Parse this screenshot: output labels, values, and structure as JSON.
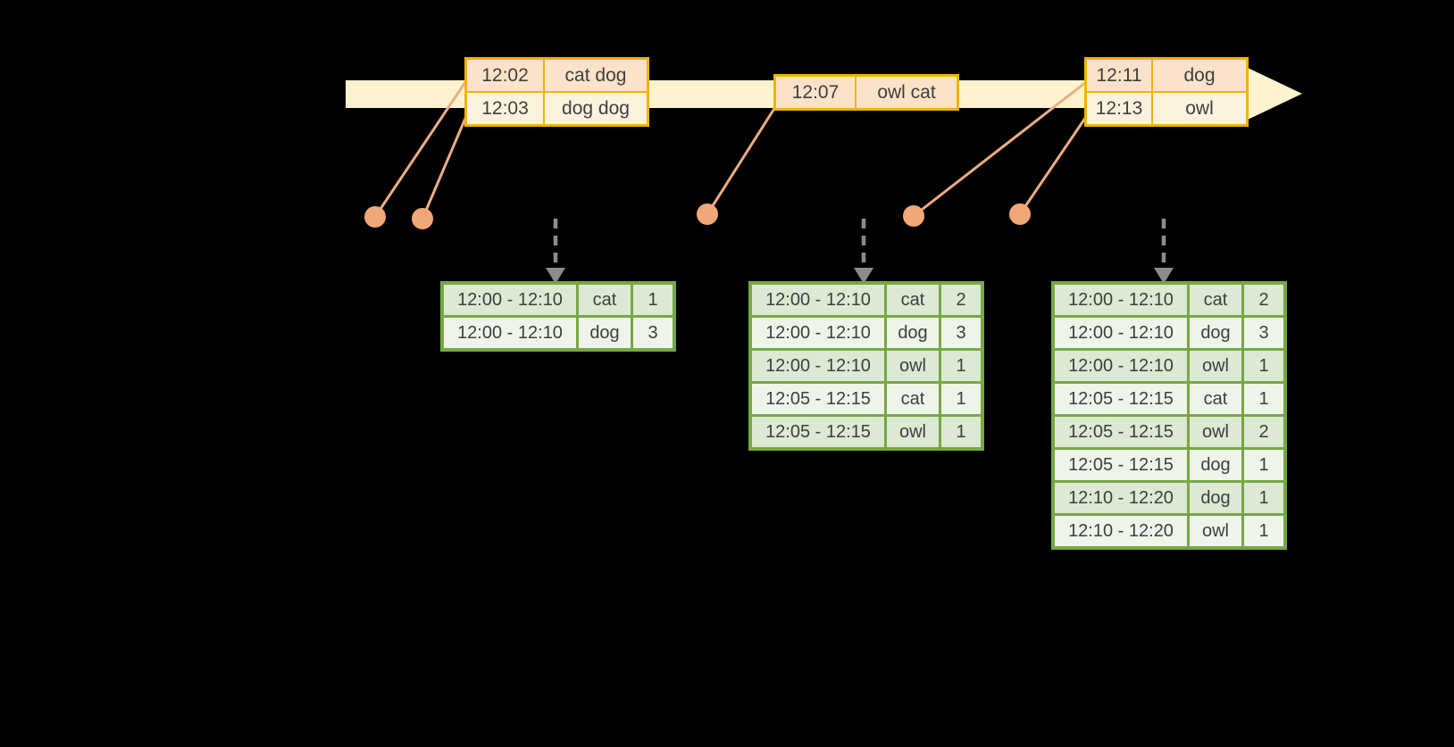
{
  "colors": {
    "background": "#000000",
    "timeline_band": "#fdf3cf",
    "event_table_border": "#f2b307",
    "event_row_peach": "#fae3c8",
    "event_row_cream": "#fcf2de",
    "result_table_border": "#76a843",
    "result_row_dark": "#dce9d3",
    "result_row_light": "#eff4eb",
    "event_dot": "#f1a878",
    "connector_line": "#edad82",
    "trigger_arrow": "#8c8c8c",
    "text": "#3e3e3e"
  },
  "icons": {
    "timeline_arrow": "right-arrow-band",
    "trigger_arrow": "dashed-down-arrow",
    "event_dot": "filled-circle"
  },
  "event_tables": [
    {
      "rows": [
        {
          "time": "12:02",
          "words": "cat dog"
        },
        {
          "time": "12:03",
          "words": "dog dog"
        }
      ]
    },
    {
      "rows": [
        {
          "time": "12:07",
          "words": "owl cat"
        }
      ]
    },
    {
      "rows": [
        {
          "time": "12:11",
          "words": "dog"
        },
        {
          "time": "12:13",
          "words": "owl"
        }
      ]
    }
  ],
  "result_tables": [
    {
      "rows": [
        {
          "window": "12:00 - 12:10",
          "word": "cat",
          "count": 1
        },
        {
          "window": "12:00 - 12:10",
          "word": "dog",
          "count": 3
        }
      ]
    },
    {
      "rows": [
        {
          "window": "12:00 - 12:10",
          "word": "cat",
          "count": 2
        },
        {
          "window": "12:00 - 12:10",
          "word": "dog",
          "count": 3
        },
        {
          "window": "12:00 - 12:10",
          "word": "owl",
          "count": 1
        },
        {
          "window": "12:05 - 12:15",
          "word": "cat",
          "count": 1
        },
        {
          "window": "12:05 - 12:15",
          "word": "owl",
          "count": 1
        }
      ]
    },
    {
      "rows": [
        {
          "window": "12:00 - 12:10",
          "word": "cat",
          "count": 2
        },
        {
          "window": "12:00 - 12:10",
          "word": "dog",
          "count": 3
        },
        {
          "window": "12:00 - 12:10",
          "word": "owl",
          "count": 1
        },
        {
          "window": "12:05 - 12:15",
          "word": "cat",
          "count": 1
        },
        {
          "window": "12:05 - 12:15",
          "word": "owl",
          "count": 2
        },
        {
          "window": "12:05 - 12:15",
          "word": "dog",
          "count": 1
        },
        {
          "window": "12:10 - 12:20",
          "word": "dog",
          "count": 1
        },
        {
          "window": "12:10 - 12:20",
          "word": "owl",
          "count": 1
        }
      ]
    }
  ]
}
